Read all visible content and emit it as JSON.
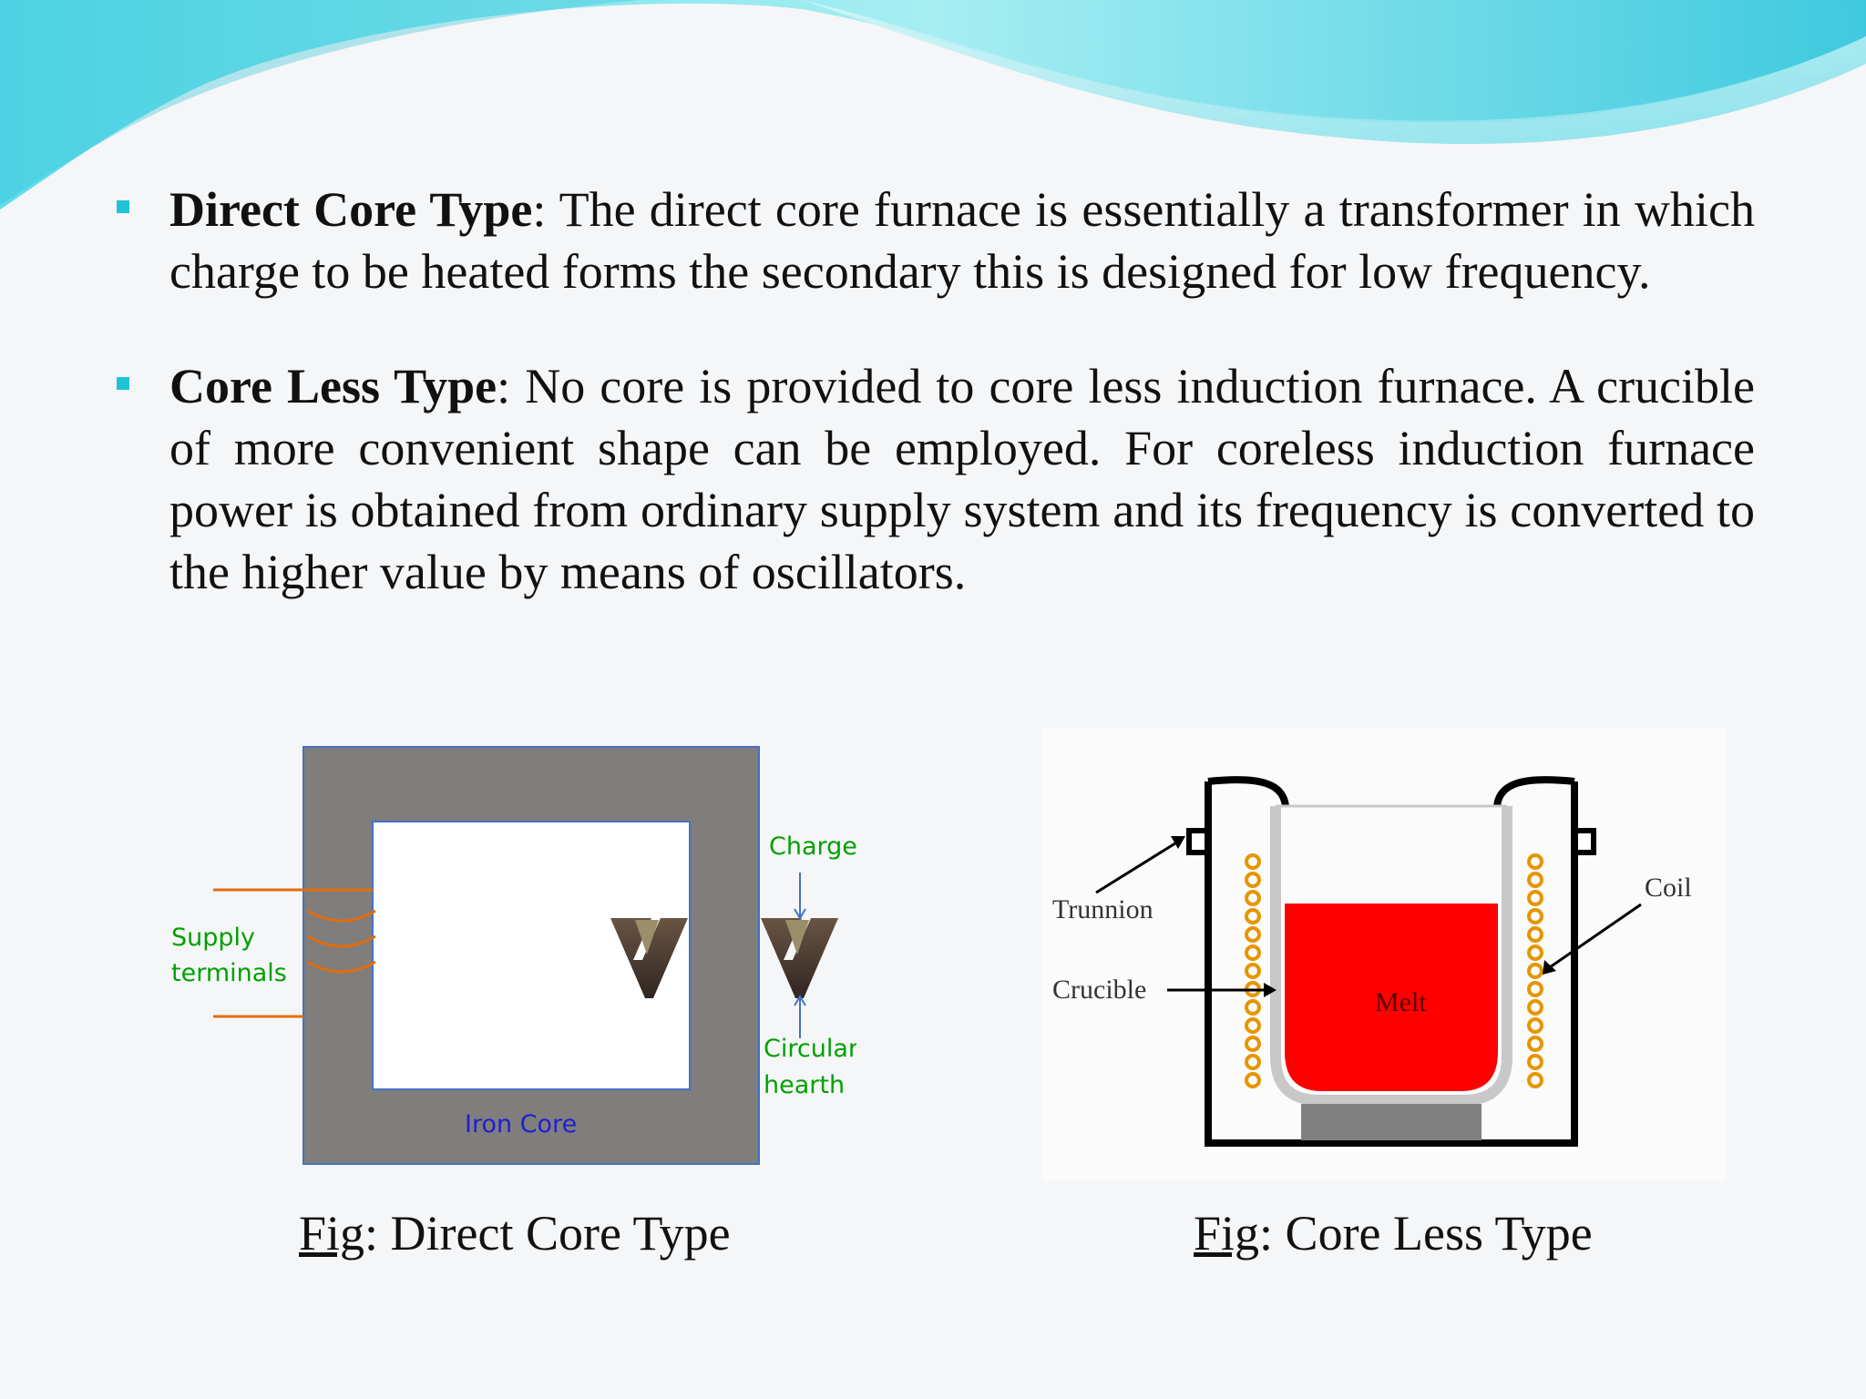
{
  "slide": {
    "bullets": [
      {
        "term": "Direct Core Type",
        "text": ": The direct core furnace is essentially a transformer in which charge to be heated forms the secondary this is designed for low frequency."
      },
      {
        "term": "Core Less Type",
        "text": ": No core is provided to core less induction furnace. A crucible of more convenient shape can be employed. For coreless induction furnace power is obtained from ordinary supply system and its frequency is converted to the higher value by means of oscillators."
      }
    ]
  },
  "figure_direct": {
    "labels": {
      "charge": "Charge",
      "supply_1": "Supply",
      "supply_2": "terminals",
      "hearth_1": "Circular",
      "hearth_2": "hearth",
      "core": "Iron Core"
    },
    "caption_fig": "Fig",
    "caption_rest": ": Direct Core Type"
  },
  "figure_coreless": {
    "labels": {
      "trunnion": "Trunnion",
      "crucible": "Crucible",
      "coil": "Coil",
      "melt": "Melt"
    },
    "caption_fig": "Fig",
    "caption_rest": ": Core Less Type"
  },
  "colors": {
    "accent_bullet": "#1ec3d8",
    "wave_light": "#8ee8ef",
    "wave_dark": "#2fc4dc",
    "iron_core": "#7f7e7d",
    "core_border": "#4472c4",
    "supply_wire": "#e46c0a",
    "label_green": "#00a000",
    "label_blue": "#1f1fd0",
    "melt": "#ff0000",
    "coil": "#e69500"
  }
}
